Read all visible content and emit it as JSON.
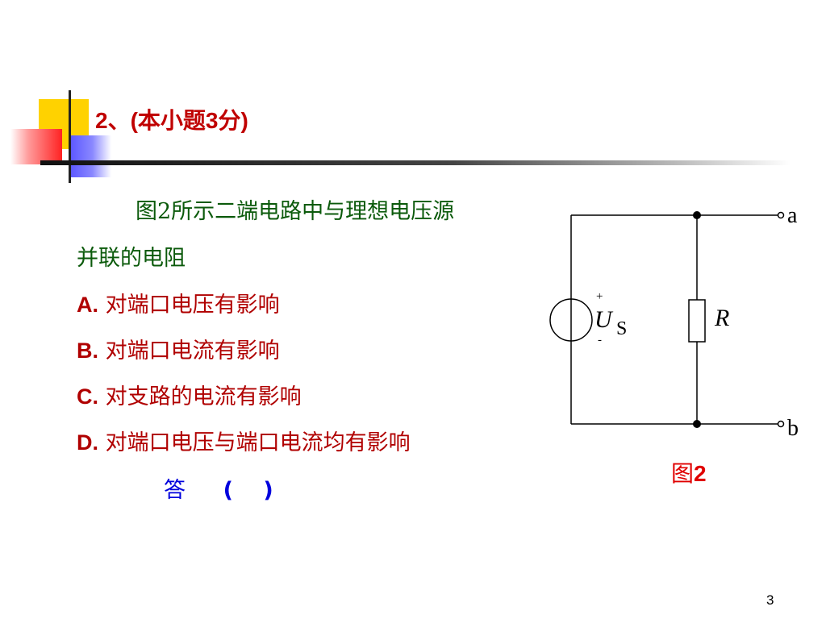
{
  "question": {
    "heading": "2、(本小题3分)",
    "stem_line1": "图2所示二端电路中与理想电压源",
    "stem_line2": "并联的电阻",
    "options": [
      {
        "label": "A.",
        "text": "对端口电压有影响"
      },
      {
        "label": "B.",
        "text": "对端口电流有影响"
      },
      {
        "label": "C.",
        "text": "对支路的电流有影响"
      },
      {
        "label": "D.",
        "text": "对端口电压与端口电流均有影响"
      }
    ],
    "answer_label": "答",
    "answer_blank": "(  )"
  },
  "circuit": {
    "terminal_a": "a",
    "terminal_b": "b",
    "source_symbol": "U",
    "source_subscript": "S",
    "plus_sign": "+",
    "minus_sign": "-",
    "resistor_label": "R"
  },
  "figure": {
    "caption_prefix": "图",
    "caption_number": "2"
  },
  "page_number": "3"
}
